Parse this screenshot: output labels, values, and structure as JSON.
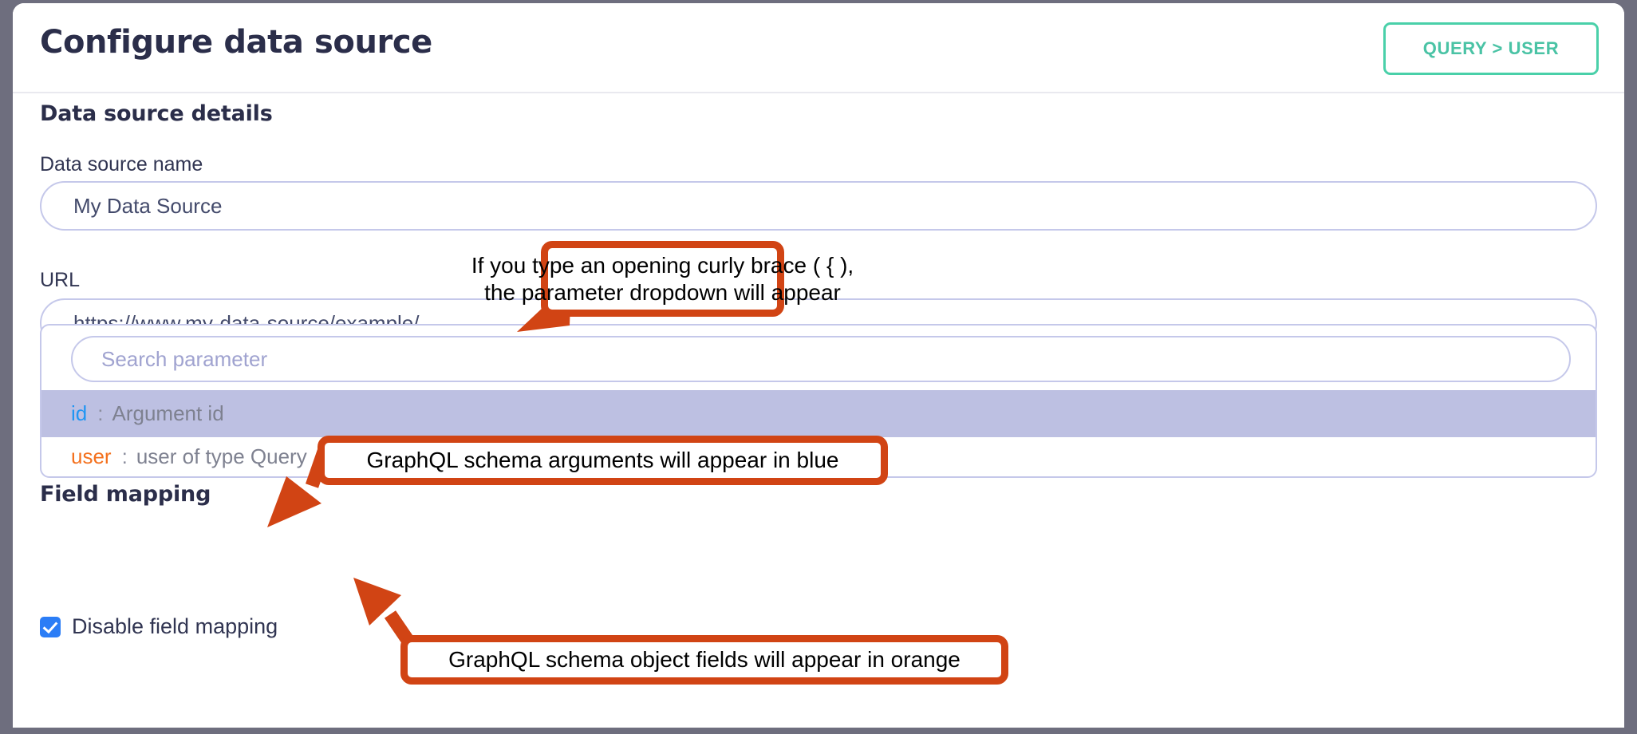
{
  "window": {
    "frame_color": "#6e6e7e",
    "card_background": "#ffffff"
  },
  "header": {
    "title": "Configure data source",
    "action_button": {
      "label": "QUERY > USER",
      "accent_color": "#4ad0a9"
    }
  },
  "form": {
    "section_heading": "Data source details",
    "fields": [
      {
        "label": "Data source name",
        "value": "My Data Source",
        "name": "data-source-name"
      },
      {
        "label": "URL",
        "value": "https://www.my-data-source/example/",
        "name": "url"
      }
    ],
    "parameter_dropdown": {
      "search_placeholder": "Search parameter",
      "options": [
        {
          "key": "id",
          "separator": ":",
          "description": "Argument id",
          "kind": "argument",
          "color": "#2196f3",
          "highlighted": true
        },
        {
          "key": "user",
          "separator": ":",
          "description": "user of type Query",
          "kind": "field",
          "color": "#f4711e",
          "highlighted": false
        }
      ],
      "highlight_color": "#bdc0e2"
    },
    "field_mapping": {
      "section_heading": "Field mapping",
      "checkbox_label": "Disable field mapping",
      "checked": true,
      "checkbox_color": "#2b7df6"
    }
  },
  "annotations": {
    "border_color": "#d14414",
    "callouts": [
      {
        "name": "curly-brace-hint",
        "lines": [
          "If you type an opening curly brace ( { ),",
          "the parameter dropdown will appear"
        ],
        "font_size": 28
      },
      {
        "name": "blue-arguments-hint",
        "lines": [
          "GraphQL schema arguments will appear in blue"
        ],
        "font_size": 28
      },
      {
        "name": "orange-fields-hint",
        "lines": [
          "GraphQL schema object fields will appear in orange"
        ],
        "font_size": 28
      }
    ]
  }
}
